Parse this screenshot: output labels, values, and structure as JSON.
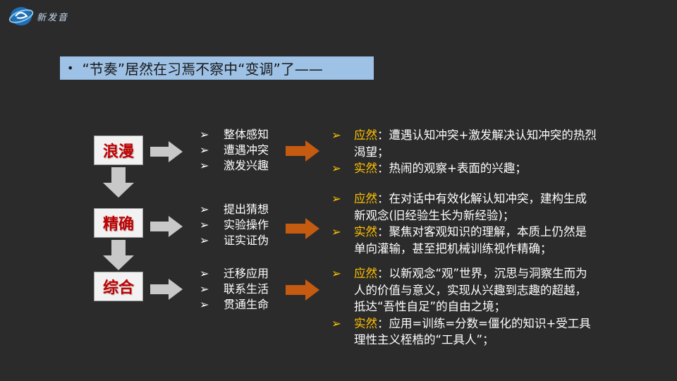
{
  "logo": {
    "text": "新发音"
  },
  "title": {
    "bullet": "•",
    "text": "“节奏”居然在习焉不察中“变调”了——"
  },
  "stages": [
    {
      "label": "浪漫",
      "items": [
        "整体感知",
        "遭遇冲突",
        "激发兴趣"
      ],
      "notes": [
        {
          "kw": "应然",
          "text": "：遭遇认知冲突+激发解决认知冲突的热烈渴望；"
        },
        {
          "kw": "实然",
          "text": "：热闹的观察+表面的兴趣；"
        }
      ]
    },
    {
      "label": "精确",
      "items": [
        "提出猜想",
        "实验操作",
        "证实证伪"
      ],
      "notes": [
        {
          "kw": "应然",
          "text": "：在对话中有效化解认知冲突，建构生成新观念(旧经验生长为新经验)；"
        },
        {
          "kw": "实然",
          "text": "：聚焦对客观知识的理解，本质上仍然是单向灌输，甚至把机械训练视作精确；"
        }
      ]
    },
    {
      "label": "综合",
      "items": [
        "迁移应用",
        "联系生活",
        "贯通生命"
      ],
      "notes": [
        {
          "kw": "应然",
          "text": "：以新观念“观”世界，沉思与洞察生而为人的价值与意义，实现从兴趣到志趣的超越，抵达“吾性自足”的自由之境；"
        },
        {
          "kw": "实然",
          "text": "：应用=训练=分数=僵化的知识+受工具理性主义桎梏的“工具人”；"
        }
      ]
    }
  ],
  "marks": {
    "item": "➢",
    "note": "➢"
  },
  "colors": {
    "background": "#2b2b2b",
    "title_bg": "#9ec1e6",
    "stage_text": "#c00000",
    "keyword": "#ffc000",
    "gray_arrow": "#c8c8c8",
    "orange_arrow": "#c55a11"
  }
}
